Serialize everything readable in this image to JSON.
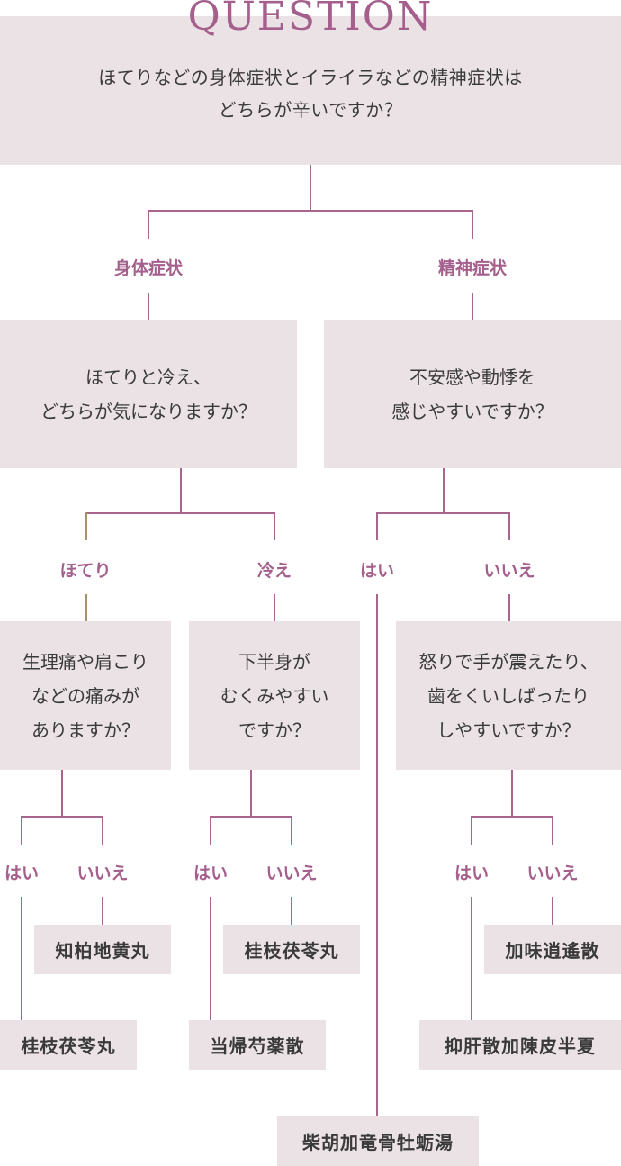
{
  "title": "QUESTION",
  "colors": {
    "accent": "#a55f8c",
    "box_bg": "#ebe2e6",
    "text": "#3a3a3a",
    "line": "#a8668f"
  },
  "root": {
    "question_lines": [
      "ほてりなどの身体症状とイライラなどの精神症状は",
      "どちらが辛いですか？"
    ]
  },
  "level1": {
    "left_label": "身体症状",
    "right_label": "精神症状",
    "left_question_lines": [
      "ほてりと冷え、",
      "どちらが気になりますか？"
    ],
    "right_question_lines": [
      "不安感や動悸を",
      "感じやすいですか？"
    ]
  },
  "level2": {
    "labels": [
      "ほてり",
      "冷え",
      "はい",
      "いいえ"
    ],
    "questions": [
      {
        "lines": [
          "生理痛や肩こり",
          "などの痛みが",
          "ありますか？"
        ]
      },
      {
        "lines": [
          "下半身が",
          "むくみやすい",
          "ですか？"
        ]
      },
      {
        "lines": [
          "怒りで手が震えたり、",
          "歯をくいしばったり",
          "しやすいですか？"
        ]
      }
    ]
  },
  "level3": {
    "yes_label": "はい",
    "no_label": "いいえ"
  },
  "results": {
    "hoteri_pain_yes": "桂枝茯苓丸",
    "hoteri_pain_no": "知柏地黄丸",
    "hie_swelling_yes": "当帰芍薬散",
    "hie_swelling_no": "桂枝茯苓丸",
    "anxiety_yes": "柴胡加竜骨牡蛎湯",
    "anger_yes": "抑肝散加陳皮半夏",
    "anger_no": "加味逍遙散"
  }
}
